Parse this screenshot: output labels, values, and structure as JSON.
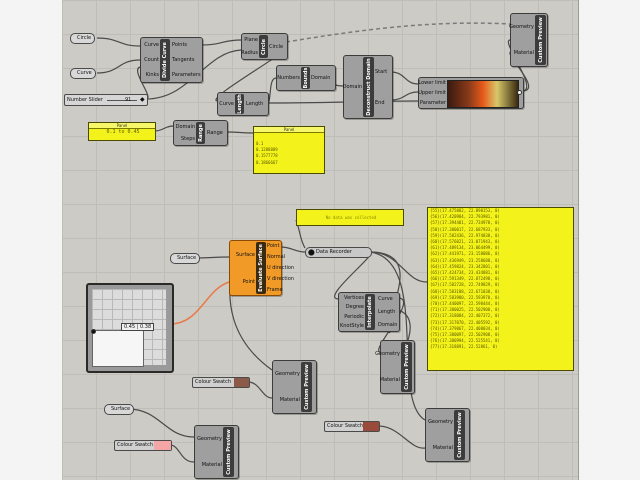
{
  "params": {
    "circle": "Circle",
    "curve": "Curve",
    "surface_top": "Surface",
    "surface_bottom": "Surface"
  },
  "slider": {
    "label": "Number Slider",
    "value": "91"
  },
  "panel_range_input": {
    "title": "Panel",
    "text": "0.1 to 0.45"
  },
  "panel_range_output": {
    "title": "Panel",
    "lines": [
      "0.1",
      "0.1288889",
      "0.1577778",
      "0.1866667"
    ]
  },
  "panel_note": {
    "text": "No data was collected"
  },
  "panel_points": {
    "lines": [
      "{55}(17.475882, 22.898153, 0)",
      "{56}(17.420984, 22.793981, 0)",
      "{57}(17.394401, 22.734978, 0)",
      "{58}(17.380017, 22.687933, 0)",
      "{59}(17.582436, 22.974838, 0)",
      "{60}(17.576021, 23.071943, 0)",
      "{61}(17.489134, 23.064499, 0)",
      "{62}(17.441971, 23.158086, 0)",
      "{63}(17.436949, 23.258688, 0)",
      "{64}(17.459824, 23.342801, 0)",
      "{65}(17.424734, 23.434881, 0)",
      "{66}(17.591349, 22.872498, 0)",
      "{67}(17.582728, 22.749829, 0)",
      "{68}(17.583188, 22.671038, 0)",
      "{69}(17.583980, 22.593978, 0)",
      "{70}(17.440097, 22.598444, 0)",
      "{71}(17.380025, 22.502908, 0)",
      "{72}(17.318084, 22.407372, 0)",
      "{73}(17.317070, 22.405592, 0)",
      "{74}(17.379867, 22.408034, 0)",
      "{75}(17.380097, 22.502908, 0)",
      "{76}(17.380994, 22.525541, 0)",
      "{77}(17.318891, 22.52861, 0)"
    ]
  },
  "components": {
    "divide_curve": {
      "name": "Divide Curve",
      "inputs": [
        "Curve",
        "Count",
        "Kinks"
      ],
      "outputs": [
        "Points",
        "Tangents",
        "Parameters"
      ]
    },
    "circle": {
      "name": "Circle",
      "inputs": [
        "Plane",
        "Radius"
      ],
      "outputs": [
        "Circle"
      ]
    },
    "length": {
      "name": "Length",
      "inputs": [
        "Curve"
      ],
      "outputs": [
        "Length"
      ]
    },
    "bounds": {
      "name": "Bounds",
      "inputs": [
        "Numbers"
      ],
      "outputs": [
        "Domain"
      ]
    },
    "deconstruct": {
      "name": "Deconstruct Domain",
      "inputs": [
        "Domain"
      ],
      "outputs": [
        "Start",
        "End"
      ]
    },
    "range": {
      "name": "Range",
      "inputs": [
        "Domain",
        "Steps"
      ],
      "outputs": [
        "Range"
      ]
    },
    "gradient": {
      "outputs": [
        "Lower limit",
        "Upper limit",
        "Parameter"
      ]
    },
    "evaluate": {
      "name": "Evaluate Surface",
      "inputs": [
        "Surface",
        "Point"
      ],
      "outputs": [
        "Point",
        "Normal",
        "U direction",
        "V direction",
        "Frame"
      ]
    },
    "recorder": {
      "name": "Data Recorder"
    },
    "interpolate": {
      "name": "Interpolate",
      "inputs": [
        "Vertices",
        "Degree",
        "Periodic",
        "KnotStyle"
      ],
      "outputs": [
        "Curve",
        "Length",
        "Domain"
      ]
    },
    "preview": {
      "name": "Custom Preview",
      "inputs": [
        "Geometry",
        "Material"
      ]
    }
  },
  "swatches": {
    "label": "Colour Swatch",
    "brown": "#8b5a48",
    "red_brown": "#9a4a3a",
    "pink": "#f4a6a6"
  },
  "mdslider": {
    "value": "0.45 | 0.38"
  },
  "colors": {
    "canvas": "#cdcbc5",
    "selected": "#f19a28",
    "panel": "#f3f21a",
    "wire_selected": "#e87a4a"
  }
}
